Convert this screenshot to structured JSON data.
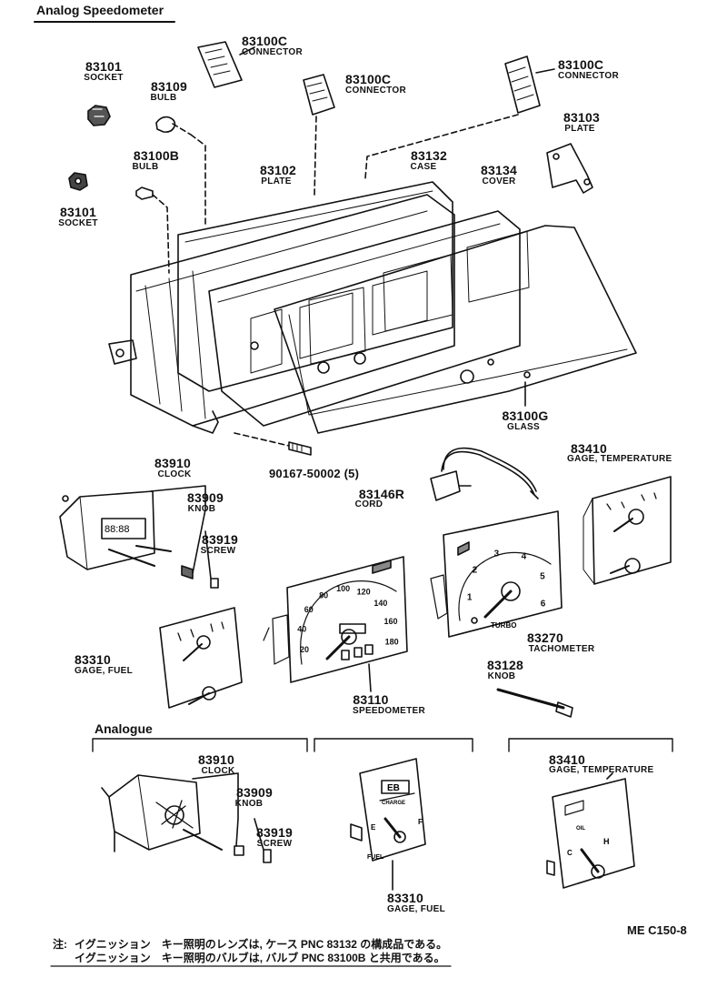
{
  "header": {
    "title": "Analog Speedometer"
  },
  "section": {
    "analogue_label": "Analogue"
  },
  "parts": {
    "socket_a": {
      "number": "83101",
      "name": "SOCKET"
    },
    "bulb_a": {
      "number": "83109",
      "name": "BULB"
    },
    "connector_a": {
      "number": "83100C",
      "name": "CONNECTOR"
    },
    "connector_b": {
      "number": "83100C",
      "name": "CONNECTOR"
    },
    "connector_c": {
      "number": "83100C",
      "name": "CONNECTOR"
    },
    "plate_small": {
      "number": "83103",
      "name": "PLATE"
    },
    "bulb_b": {
      "number": "83100B",
      "name": "BULB"
    },
    "socket_b": {
      "number": "83101",
      "name": "SOCKET"
    },
    "plate": {
      "number": "83102",
      "name": "PLATE"
    },
    "case": {
      "number": "83132",
      "name": "CASE"
    },
    "cover": {
      "number": "83134",
      "name": "COVER"
    },
    "glass": {
      "number": "83100G",
      "name": "GLASS"
    },
    "screw_main": {
      "number": "90167-50002 (5)"
    },
    "clock": {
      "number": "83910",
      "name": "CLOCK"
    },
    "clock_knob": {
      "number": "83909",
      "name": "KNOB"
    },
    "clock_screw": {
      "number": "83919",
      "name": "SCREW"
    },
    "cord": {
      "number": "83146R",
      "name": "CORD"
    },
    "gage_temp": {
      "number": "83410",
      "name": "GAGE, TEMPERATURE"
    },
    "gage_fuel": {
      "number": "83310",
      "name": "GAGE, FUEL"
    },
    "speedometer": {
      "number": "83110",
      "name": "SPEEDOMETER"
    },
    "tachometer": {
      "number": "83270",
      "name": "TACHOMETER"
    },
    "tach_knob": {
      "number": "83128",
      "name": "KNOB"
    },
    "an_clock": {
      "number": "83910",
      "name": "CLOCK"
    },
    "an_knob": {
      "number": "83909",
      "name": "KNOB"
    },
    "an_screw": {
      "number": "83919",
      "name": "SCREW"
    },
    "an_fuel": {
      "number": "83310",
      "name": "GAGE, FUEL"
    },
    "an_temp": {
      "number": "83410",
      "name": "GAGE, TEMPERATURE"
    }
  },
  "dial_text": {
    "speedo_ticks": [
      "20",
      "40",
      "60",
      "80",
      "100",
      "120",
      "140",
      "160",
      "180"
    ],
    "tach_ticks": [
      "1",
      "2",
      "3",
      "4",
      "5",
      "6"
    ],
    "turbo": "TURBO",
    "clock_digits": "88:88",
    "eb_label": "EB",
    "charge_label": "CHARGE",
    "e_label": "E",
    "f_label": "F",
    "fuel_label": "FUEL",
    "c_label": "C",
    "h_label": "H",
    "oil_label": "OIL"
  },
  "footer": {
    "code": "ME  C150-8",
    "note_prefix": "注:",
    "note_line1": "イグニッション　キー照明のレンズは, ケース PNC 83132 の構成品である。",
    "note_line2": "イグニッション　キー照明のバルブは, バルブ PNC 83100B と共用である。"
  }
}
